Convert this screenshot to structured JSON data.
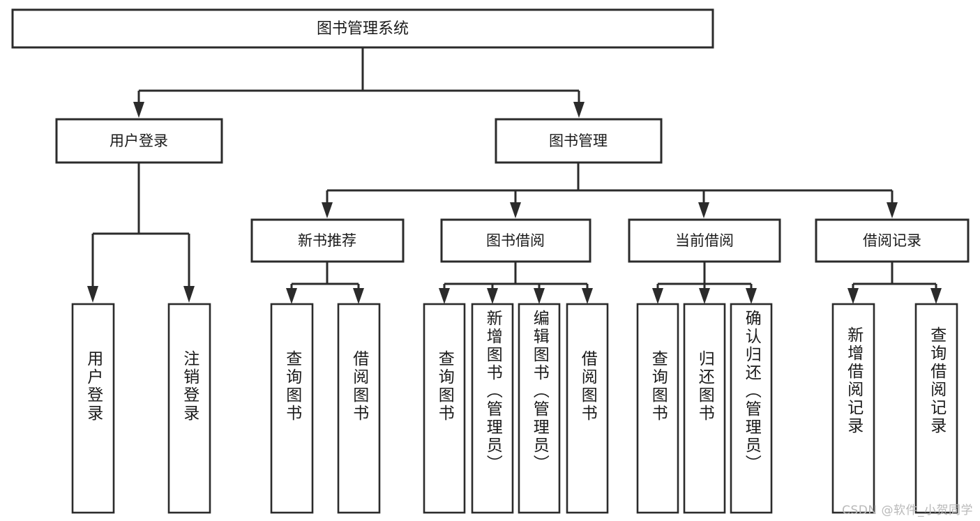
{
  "diagram": {
    "title": "图书管理系统",
    "type": "tree",
    "orientation": "top-down",
    "root": {
      "id": "root",
      "label": "图书管理系统",
      "level": 1
    },
    "level2": [
      {
        "id": "user-login",
        "label": "用户登录"
      },
      {
        "id": "book-manage",
        "label": "图书管理"
      }
    ],
    "level3": [
      {
        "id": "new-book-recommend",
        "label": "新书推荐",
        "parent": "book-manage"
      },
      {
        "id": "book-borrow",
        "label": "图书借阅",
        "parent": "book-manage"
      },
      {
        "id": "current-borrow",
        "label": "当前借阅",
        "parent": "book-manage"
      },
      {
        "id": "borrow-record",
        "label": "借阅记录",
        "parent": "book-manage"
      }
    ],
    "leaves": {
      "user-login": [
        {
          "id": "leaf-user-login",
          "label": "用户登录"
        },
        {
          "id": "leaf-user-logout",
          "label": "注销登录"
        }
      ],
      "new-book-recommend": [
        {
          "id": "leaf-query-book-1",
          "label": "查询图书"
        },
        {
          "id": "leaf-borrow-book-1",
          "label": "借阅图书"
        }
      ],
      "book-borrow": [
        {
          "id": "leaf-query-book-2",
          "label": "查询图书"
        },
        {
          "id": "leaf-add-book",
          "label": "新增图书（管理员）"
        },
        {
          "id": "leaf-edit-book",
          "label": "编辑图书（管理员）"
        },
        {
          "id": "leaf-borrow-book-2",
          "label": "借阅图书"
        }
      ],
      "current-borrow": [
        {
          "id": "leaf-query-book-3",
          "label": "查询图书"
        },
        {
          "id": "leaf-return-book",
          "label": "归还图书"
        },
        {
          "id": "leaf-confirm-return",
          "label": "确认归还（管理员）"
        }
      ],
      "borrow-record": [
        {
          "id": "leaf-add-record",
          "label": "新增借阅记录"
        },
        {
          "id": "leaf-query-record",
          "label": "查询借阅记录"
        }
      ]
    },
    "colors": {
      "stroke": "#2b2b2b",
      "fill": "#ffffff",
      "text": "#1a1a1a",
      "watermark": "#b9b9b9"
    }
  },
  "watermark": {
    "text": "CSDN @软件_小贺同学"
  }
}
